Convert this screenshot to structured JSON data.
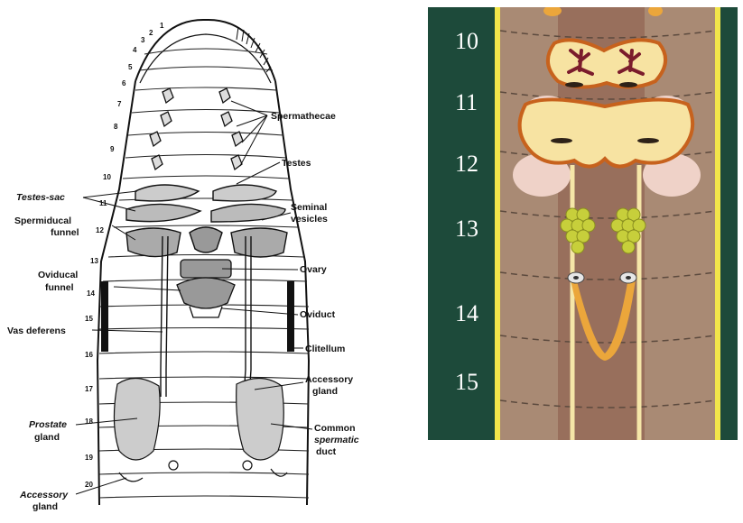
{
  "left": {
    "top_segment_numbers": [
      "1",
      "2",
      "3",
      "4",
      "5",
      "6",
      "7",
      "8",
      "9"
    ],
    "segment_numbers": [
      "10",
      "11",
      "12",
      "13",
      "14",
      "15",
      "16",
      "17",
      "18",
      "19",
      "20"
    ],
    "labels": {
      "spermathecae": "Spermathecae",
      "testes": "Testes",
      "testes_sac": "Testes-sac",
      "seminal_vesicles_1": "Seminal",
      "seminal_vesicles_2": "vesicles",
      "spermiducal_funnel_1": "Spermiducal",
      "spermiducal_funnel_2": "funnel",
      "ovary": "Ovary",
      "oviducal_funnel_1": "Oviducal",
      "oviducal_funnel_2": "funnel",
      "oviduct": "Oviduct",
      "vas_deferens": "Vas deferens",
      "clitellum": "Clitellum",
      "accessory_gland_r1": "Accessory",
      "accessory_gland_r2": "gland",
      "prostate_gland_1": "Prostate",
      "prostate_gland_2": "gland",
      "common_duct_1": "Common",
      "common_duct_2": "spermatic",
      "common_duct_3": "duct",
      "accessory_gland_l1": "Accessory",
      "accessory_gland_l2": "gland"
    }
  },
  "right": {
    "segment_numbers": [
      "10",
      "11",
      "12",
      "13",
      "14",
      "15"
    ]
  },
  "colors": {
    "background_green": "#1d4a3a",
    "body_brown": "#a98a74",
    "body_edge_yellow": "#f2e54a",
    "organ_cream": "#f7e3a2",
    "organ_outline": "#c7621d",
    "seminal_pink": "#efd2c8",
    "ovary_green": "#c7cf3b",
    "spermatheca_orange": "#eba63b",
    "ventral_strip": "#8a5a48"
  }
}
